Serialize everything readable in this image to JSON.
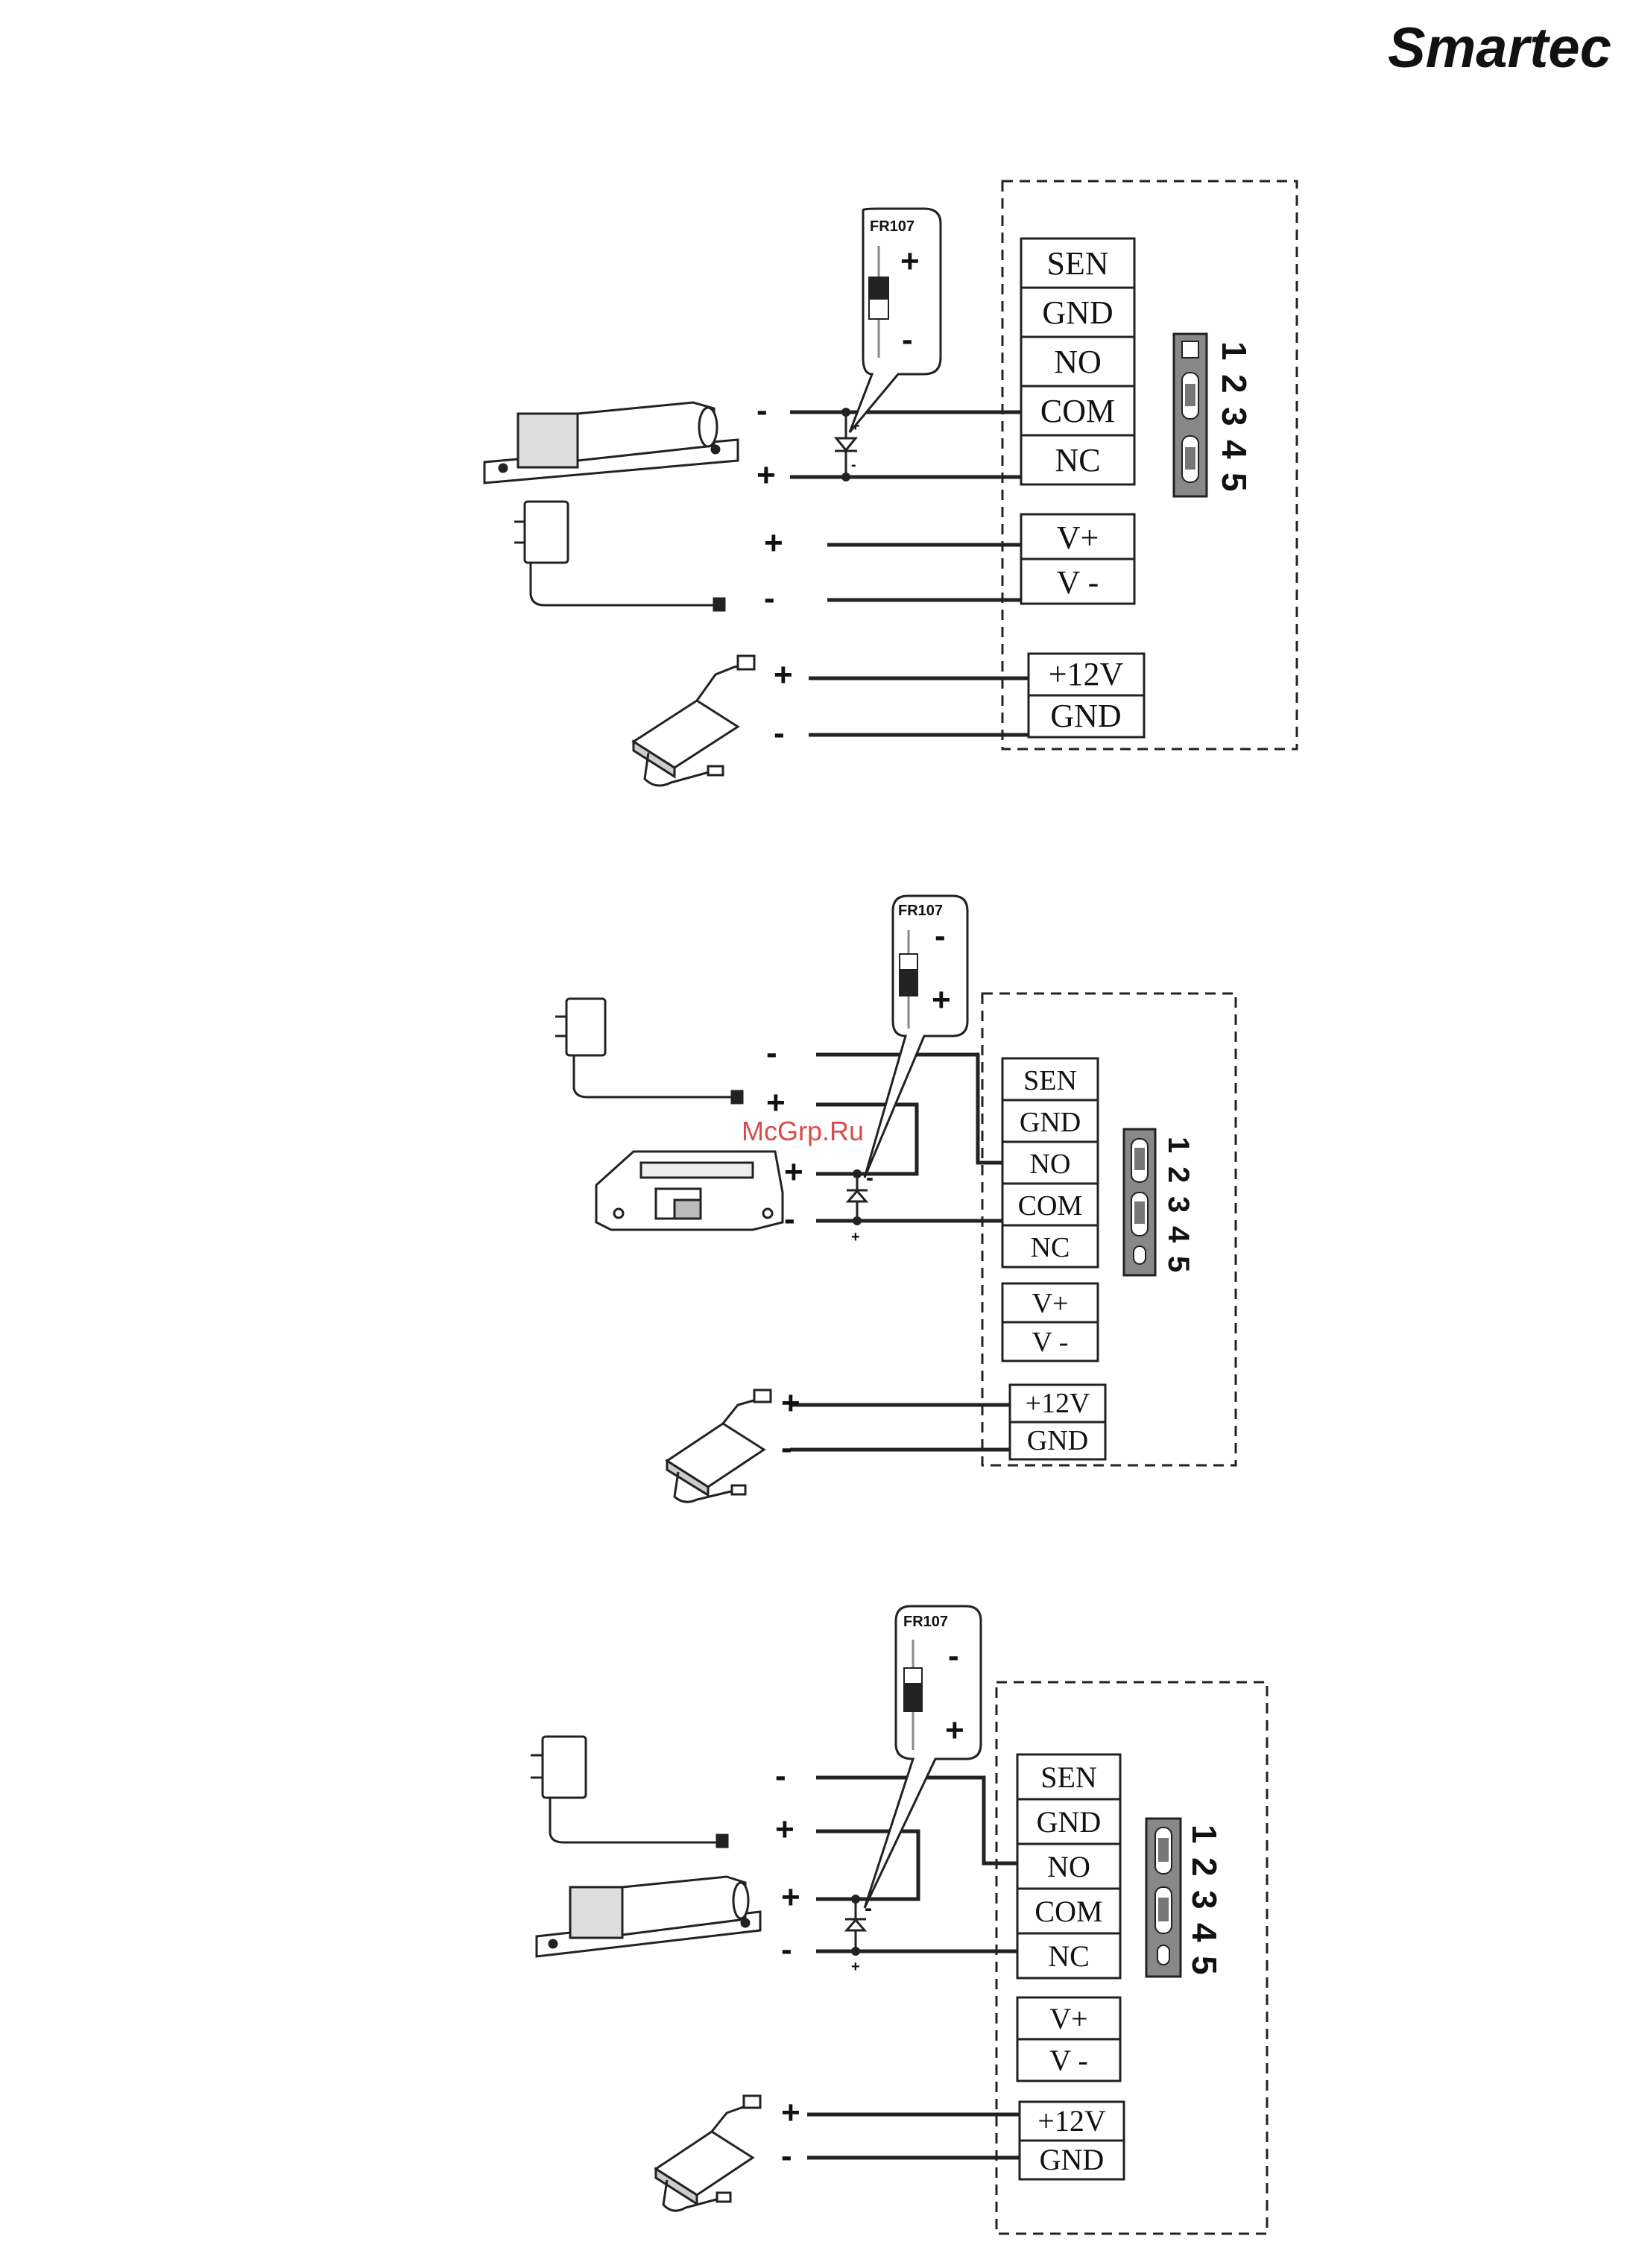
{
  "brand": {
    "logo_text": "Smartec"
  },
  "watermark": "McGrp.Ru",
  "diode": {
    "label": "FR107",
    "plus": "+",
    "minus": "-"
  },
  "jumper": {
    "numbers": [
      "1",
      "2",
      "3",
      "4",
      "5"
    ]
  },
  "diagrams": [
    {
      "relay_terminals": [
        "SEN",
        "GND",
        "NO",
        "COM",
        "NC"
      ],
      "reader_terminals": [
        "V+",
        "V -"
      ],
      "power_terminals": [
        "+12V",
        "GND"
      ],
      "lock_signs": [
        "-",
        "+"
      ],
      "adapter_signs": [
        "+",
        "-"
      ],
      "power_signs": [
        "+",
        "-"
      ],
      "diode_signs": [
        "+",
        "-"
      ]
    },
    {
      "relay_terminals": [
        "SEN",
        "GND",
        "NO",
        "COM",
        "NC"
      ],
      "reader_terminals": [
        "V+",
        "V -"
      ],
      "power_terminals": [
        "+12V",
        "GND"
      ],
      "adapter_signs": [
        "-",
        "+"
      ],
      "lock_signs": [
        "+",
        "-"
      ],
      "power_signs": [
        "+",
        "-"
      ],
      "diode_signs": [
        "-",
        "+"
      ]
    },
    {
      "relay_terminals": [
        "SEN",
        "GND",
        "NO",
        "COM",
        "NC"
      ],
      "reader_terminals": [
        "V+",
        "V -"
      ],
      "power_terminals": [
        "+12V",
        "GND"
      ],
      "adapter_signs": [
        "-",
        "+"
      ],
      "lock_signs": [
        "+",
        "-"
      ],
      "power_signs": [
        "+",
        "-"
      ],
      "diode_signs": [
        "-",
        "+"
      ]
    }
  ]
}
